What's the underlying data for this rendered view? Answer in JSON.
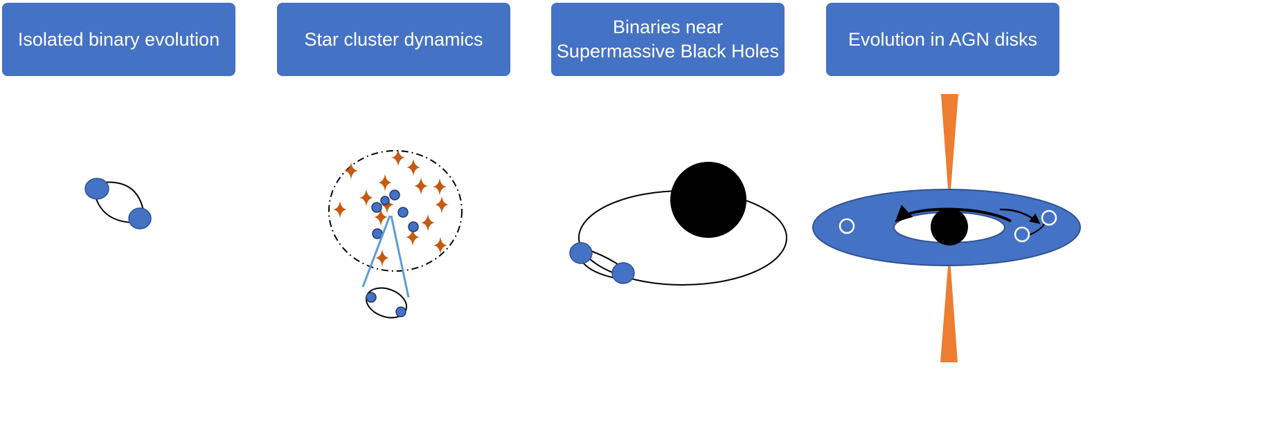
{
  "panels": [
    {
      "title": [
        "Isolated binary evolution"
      ]
    },
    {
      "title": [
        "Star cluster dynamics"
      ]
    },
    {
      "title": [
        "Binaries near",
        "Supermassive Black Holes"
      ]
    },
    {
      "title": [
        "Evolution in AGN disks"
      ]
    }
  ],
  "colors": {
    "box_fill": "#4472c4",
    "box_text": "#ffffff",
    "star_blue": "#4472c4",
    "cluster_star_orange": "#c55a11",
    "jet_orange": "#ed7d31",
    "black_hole": "#000000",
    "disk_fill": "#4472c4",
    "disk_edge": "#2f528f",
    "sightline_blue": "#5b9bd5"
  }
}
